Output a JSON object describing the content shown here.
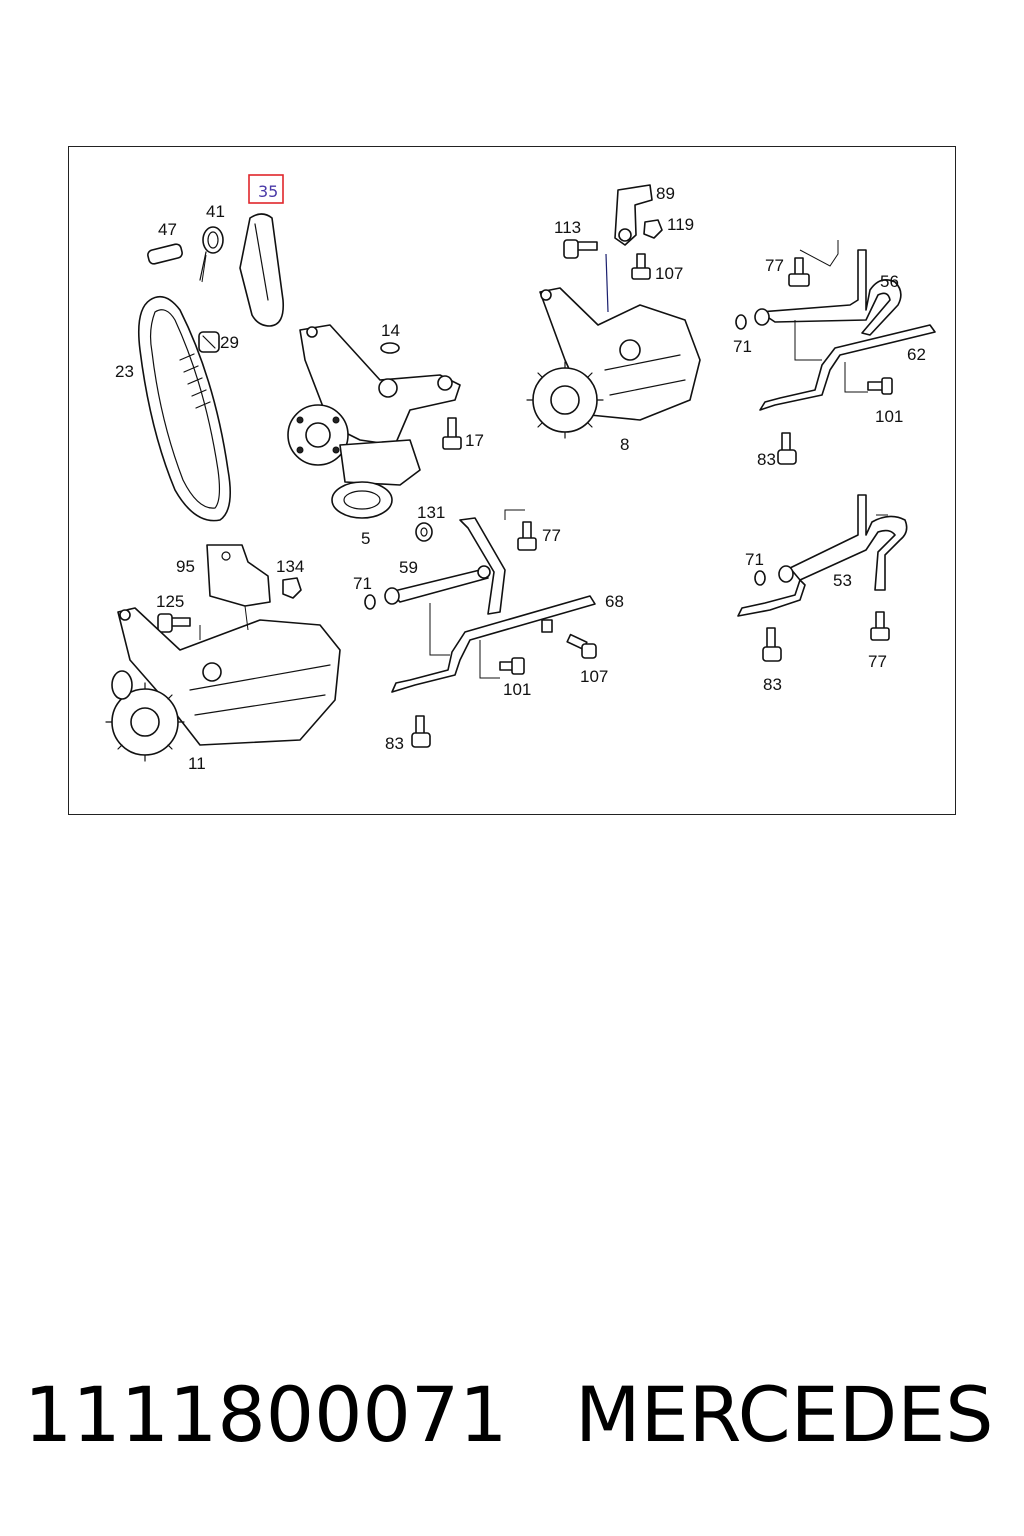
{
  "diagram": {
    "callouts": [
      {
        "id": "c35",
        "text": "35",
        "highlighted": true
      },
      {
        "id": "c41",
        "text": "41"
      },
      {
        "id": "c47",
        "text": "47"
      },
      {
        "id": "c23",
        "text": "23"
      },
      {
        "id": "c29",
        "text": "29"
      },
      {
        "id": "c14",
        "text": "14"
      },
      {
        "id": "c17",
        "text": "17"
      },
      {
        "id": "c5",
        "text": "5"
      },
      {
        "id": "c89",
        "text": "89"
      },
      {
        "id": "c113",
        "text": "113"
      },
      {
        "id": "c119",
        "text": "119"
      },
      {
        "id": "c107a",
        "text": "107"
      },
      {
        "id": "c8",
        "text": "8"
      },
      {
        "id": "c77a",
        "text": "77"
      },
      {
        "id": "c56",
        "text": "56"
      },
      {
        "id": "c71a",
        "text": "71"
      },
      {
        "id": "c62",
        "text": "62"
      },
      {
        "id": "c101a",
        "text": "101"
      },
      {
        "id": "c83a",
        "text": "83"
      },
      {
        "id": "c131",
        "text": "131"
      },
      {
        "id": "c77b",
        "text": "77"
      },
      {
        "id": "c59",
        "text": "59"
      },
      {
        "id": "c71b",
        "text": "71"
      },
      {
        "id": "c68",
        "text": "68"
      },
      {
        "id": "c107b",
        "text": "107"
      },
      {
        "id": "c101b",
        "text": "101"
      },
      {
        "id": "c83b",
        "text": "83"
      },
      {
        "id": "c95",
        "text": "95"
      },
      {
        "id": "c134",
        "text": "134"
      },
      {
        "id": "c125",
        "text": "125"
      },
      {
        "id": "c11",
        "text": "11"
      },
      {
        "id": "c71c",
        "text": "71"
      },
      {
        "id": "c53",
        "text": "53"
      },
      {
        "id": "c83c",
        "text": "83"
      },
      {
        "id": "c77c",
        "text": "77"
      }
    ],
    "highlight_color": "#e0262b"
  },
  "footer": {
    "part_number": "1111800071",
    "brand": "MERCEDES"
  }
}
